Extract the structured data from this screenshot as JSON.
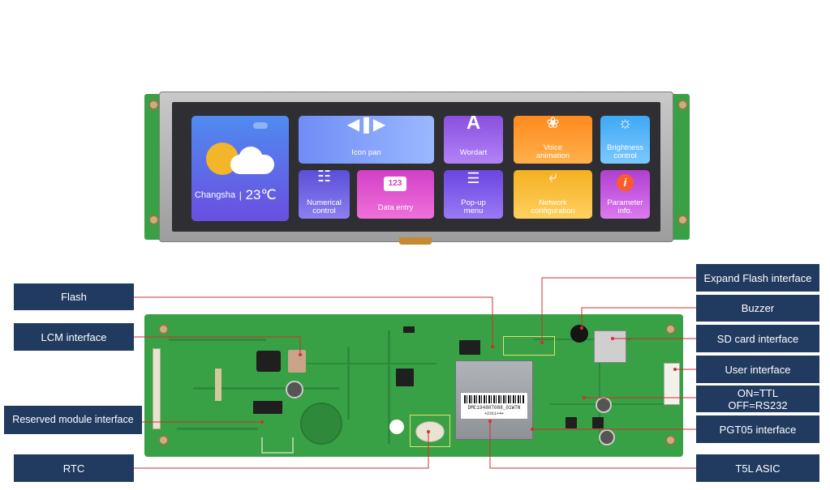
{
  "screen": {
    "weather": {
      "city": "Changsha",
      "separator": "|",
      "temperature": "23℃"
    },
    "tiles": [
      {
        "id": "icon-pan",
        "label": "Icon pan",
        "color_start": "#6f8df5",
        "color_end": "#9ab8ff"
      },
      {
        "id": "wordart",
        "label": "Wordart",
        "color_start": "#8a4fe0",
        "color_end": "#b183f5"
      },
      {
        "id": "voice-animation",
        "label": "Voice\nanimation",
        "color_start": "#ff8a1f",
        "color_end": "#ffb04a"
      },
      {
        "id": "brightness-control",
        "label": "Brightness\ncontrol",
        "color_start": "#3fa8f5",
        "color_end": "#7cc8ff"
      },
      {
        "id": "numerical-control",
        "label": "Numerical\ncontrol",
        "color_start": "#5a4fd8",
        "color_end": "#8d7ff0"
      },
      {
        "id": "data-entry",
        "label": "Data entry",
        "badge": "123",
        "color_start": "#d140c8",
        "color_end": "#f070d8"
      },
      {
        "id": "popup-menu",
        "label": "Pop-up\nmenu",
        "color_start": "#6a45e0",
        "color_end": "#9a7af5"
      },
      {
        "id": "network-configuration",
        "label": "Network\nconfiguration",
        "color_start": "#f5b020",
        "color_end": "#ffd060"
      },
      {
        "id": "parameter-info",
        "label": "Parameter\ninfo.",
        "color_start": "#b03fd0",
        "color_end": "#dc7af0"
      }
    ]
  },
  "board": {
    "ic_marking": "DMC19480T088_01WTN",
    "ic_marking_2": "+2311+4+"
  },
  "callouts_left": {
    "flash": "Flash",
    "lcm": "LCM interface",
    "reserved": "Reserved module interface",
    "rtc": "RTC"
  },
  "callouts_right": {
    "expand_flash": "Expand Flash interface",
    "buzzer": "Buzzer",
    "sd_card": "SD card interface",
    "user": "User interface",
    "ttl_line1": "ON=TTL",
    "ttl_line2": "OFF=RS232",
    "pgt05": "PGT05 interface",
    "t5l": "T5L ASIC"
  },
  "colors": {
    "callout_bg": "#213a5f",
    "leader_line": "#d62d2d",
    "pcb_green": "#38a045"
  }
}
